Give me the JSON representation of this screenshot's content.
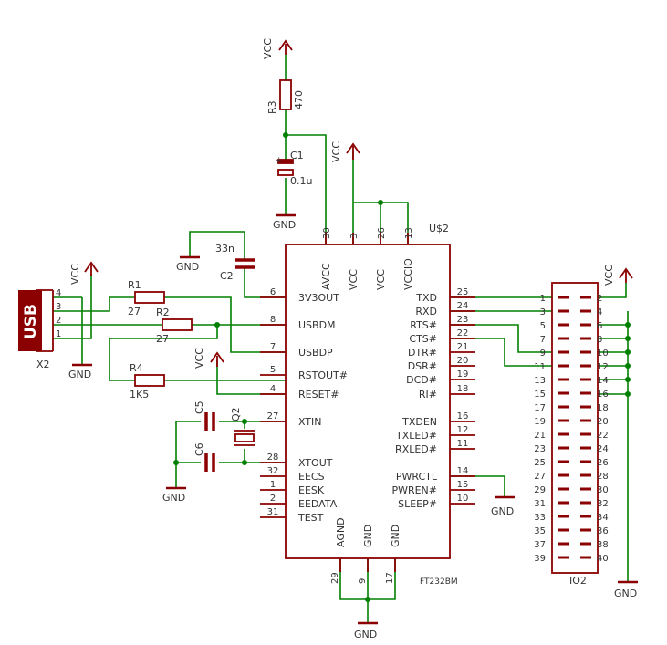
{
  "colors": {
    "wire": "#008000",
    "part": "#8b0000",
    "text": "#333333",
    "junction": "#008000"
  },
  "ic": {
    "name": "U$2",
    "model": "FT232BM",
    "left_pins": [
      {
        "num": "6",
        "name": "3V3OUT"
      },
      {
        "num": "8",
        "name": "USBDM"
      },
      {
        "num": "7",
        "name": "USBDP"
      },
      {
        "num": "5",
        "name": "RSTOUT#"
      },
      {
        "num": "4",
        "name": "RESET#"
      },
      {
        "num": "27",
        "name": "XTIN"
      },
      {
        "num": "28",
        "name": "XTOUT"
      },
      {
        "num": "32",
        "name": "EECS"
      },
      {
        "num": "1",
        "name": "EESK"
      },
      {
        "num": "2",
        "name": "EEDATA"
      },
      {
        "num": "31",
        "name": "TEST"
      }
    ],
    "right_pins": [
      {
        "num": "25",
        "name": "TXD"
      },
      {
        "num": "24",
        "name": "RXD"
      },
      {
        "num": "23",
        "name": "RTS#"
      },
      {
        "num": "22",
        "name": "CTS#"
      },
      {
        "num": "21",
        "name": "DTR#"
      },
      {
        "num": "20",
        "name": "DSR#"
      },
      {
        "num": "19",
        "name": "DCD#"
      },
      {
        "num": "18",
        "name": "RI#"
      },
      {
        "num": "16",
        "name": "TXDEN"
      },
      {
        "num": "12",
        "name": "TXLED#"
      },
      {
        "num": "11",
        "name": "RXLED#"
      },
      {
        "num": "14",
        "name": "PWRCTL"
      },
      {
        "num": "15",
        "name": "PWREN#"
      },
      {
        "num": "10",
        "name": "SLEEP#"
      }
    ],
    "top_pins": [
      {
        "num": "30",
        "name": "AVCC"
      },
      {
        "num": "3",
        "name": "VCC"
      },
      {
        "num": "26",
        "name": "VCC"
      },
      {
        "num": "13",
        "name": "VCCIO"
      }
    ],
    "bottom_pins": [
      {
        "num": "29",
        "name": "AGND"
      },
      {
        "num": "9",
        "name": "GND"
      },
      {
        "num": "17",
        "name": "GND"
      }
    ]
  },
  "header": {
    "name": "IO2",
    "left": [
      "1",
      "3",
      "5",
      "7",
      "9",
      "11",
      "13",
      "15",
      "17",
      "19",
      "21",
      "23",
      "25",
      "27",
      "29",
      "31",
      "33",
      "35",
      "37",
      "39"
    ],
    "right": [
      "2",
      "4",
      "6",
      "8",
      "10",
      "12",
      "14",
      "16",
      "18",
      "20",
      "22",
      "24",
      "26",
      "28",
      "30",
      "32",
      "34",
      "36",
      "38",
      "40"
    ]
  },
  "usb": {
    "label": "USB",
    "name": "X2",
    "pins": [
      "4",
      "3",
      "2",
      "1"
    ]
  },
  "parts": {
    "r1": "R1",
    "r1_val": "27",
    "r2": "R2",
    "r2_val": "27",
    "r3": "R3",
    "r3_val": "470",
    "r4": "R4",
    "r4_val": "1K5",
    "c1": "C1",
    "c1_val": "0.1u",
    "c2": "C2",
    "c2_val": "33n",
    "c5": "C5",
    "c6": "C6",
    "q2": "Q2",
    "plus": "+"
  },
  "nets": {
    "vcc": "VCC",
    "gnd": "GND"
  }
}
